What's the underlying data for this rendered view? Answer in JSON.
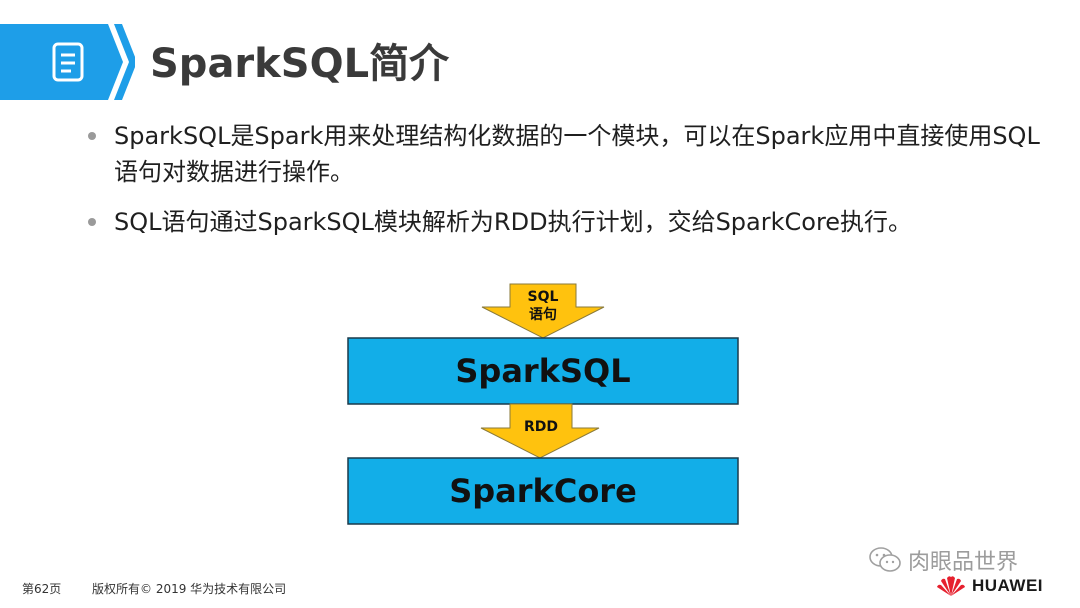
{
  "header": {
    "title": "SparkSQL简介",
    "icon": "document-list-icon",
    "accent_color": "#1e9ee8"
  },
  "bullets": [
    {
      "text": "SparkSQL是Spark用来处理结构化数据的一个模块，可以在Spark应用中直接使用SQL语句对数据进行操作。"
    },
    {
      "text": "SQL语句通过SparkSQL模块解析为RDD执行计划，交给SparkCore执行。"
    }
  ],
  "diagram": {
    "top_arrow_line1": "SQL",
    "top_arrow_line2": "语句",
    "box1_label": "SparkSQL",
    "middle_arrow_label": "RDD",
    "box2_label": "SparkCore",
    "box_color": "#12aee8",
    "arrow_color": "#ffc20e"
  },
  "footer": {
    "page": "第62页",
    "copyright": "版权所有© 2019 华为技术有限公司"
  },
  "watermark": {
    "text": "肉眼品世界",
    "icon": "wechat-icon"
  },
  "brand": {
    "name": "HUAWEI",
    "logo": "huawei-flower-logo"
  }
}
